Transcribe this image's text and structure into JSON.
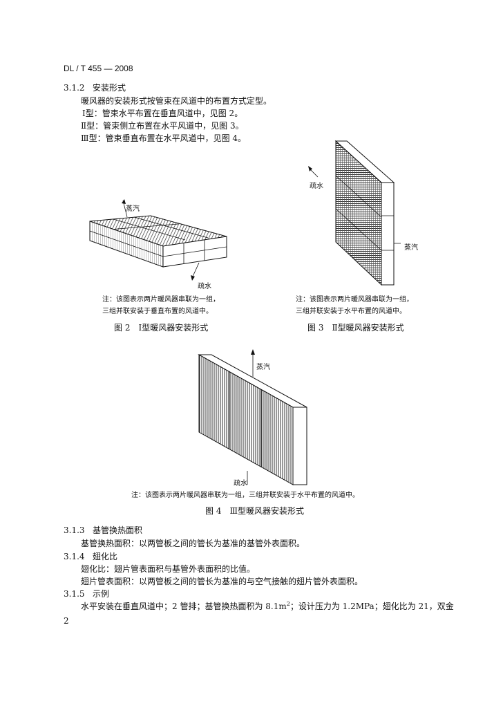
{
  "header": {
    "doc_id": "DL / T 455 — 2008"
  },
  "section_312": {
    "number": "3.1.2",
    "title": "安装形式",
    "lines": [
      "暖风器的安装形式按管束在风道中的布置方式定型。",
      "Ⅰ型：管束水平布置在垂直风道中，见图 2。",
      "Ⅱ型：管束侧立布置在水平风道中，见图 3。",
      "Ⅲ型：管束垂直布置在水平风道中，见图 4。"
    ]
  },
  "figure2": {
    "label_steam": "蒸汽",
    "label_water": "疏水",
    "note_line1": "注：该图表示两片暖风器串联为一组，",
    "note_line2": "三组并联安装于垂直布置的风道中。",
    "caption": "图 2　Ⅰ型暖风器安装形式"
  },
  "figure3": {
    "label_water": "疏水",
    "label_steam": "蒸汽",
    "note_line1": "注：该图表示两片暖风器串联为一组，",
    "note_line2": "三组并联安装于水平布置的风道中。",
    "caption": "图 3　Ⅱ型暖风器安装形式"
  },
  "figure4": {
    "label_steam": "蒸汽",
    "label_water": "疏水",
    "note": "注：该图表示两片暖风器串联为一组，三组并联安装于水平布置的风道中。",
    "caption": "图 4　Ⅲ型暖风器安装形式"
  },
  "section_313": {
    "number": "3.1.3",
    "title": "基管换热面积",
    "line": "基管换热面积：以两管板之间的管长为基准的基管外表面积。"
  },
  "section_314": {
    "number": "3.1.4",
    "title": "翅化比",
    "line1": "翅化比：翅片管表面积与基管外表面积的比值。",
    "line2": "翅片管表面积：以两管板之间的管长为基准的与空气接触的翅片管外表面积。"
  },
  "section_315": {
    "number": "3.1.5",
    "title": "示例",
    "line_a": "水平安装在垂直风道中；2 管排；基管换热面积为 8.1m",
    "sup": "2",
    "line_b": "；设计压力为 1.2MPa；翅化比为 21，双金"
  },
  "page_number": "2"
}
